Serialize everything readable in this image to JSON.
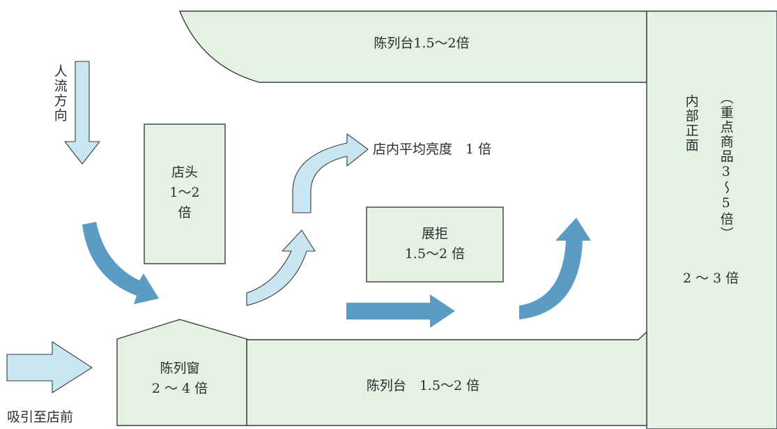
{
  "colors": {
    "area_fill": "#e4f2e4",
    "outline": "#3a3a3a",
    "arrow_light": "#c8e6f2",
    "arrow_dark": "#5b9cc4"
  },
  "labels": {
    "top_counter": "陈列台1.5～2倍",
    "store_front": [
      "店头",
      "1～2",
      "倍"
    ],
    "avg_brightness": "店内平均亮度　1 倍",
    "display_cabinet": [
      "展拒",
      "1.5～2 倍"
    ],
    "inner_front": "内部正面",
    "key_products": "（重点商品3～5倍）",
    "inner_multiplier": "2 ～ 3 倍",
    "window_display": [
      "陈列窗",
      "2 ～ 4 倍"
    ],
    "bottom_counter": "陈列台　1.5～2 倍",
    "flow_direction": "人流方向",
    "attract": "吸引至店前"
  }
}
